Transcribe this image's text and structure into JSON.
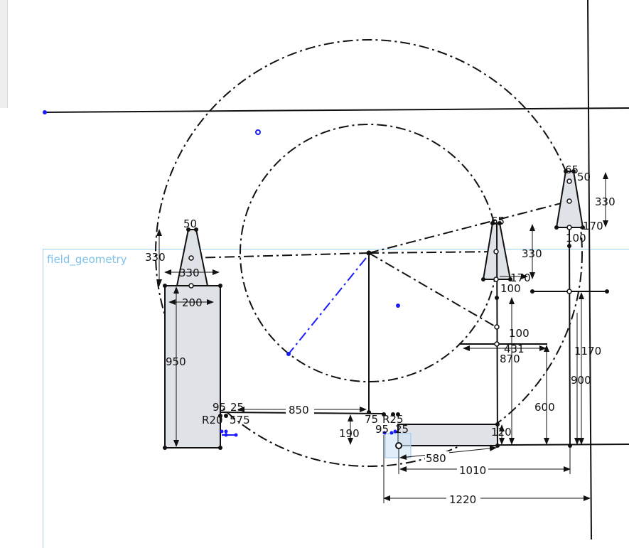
{
  "sketch": {
    "layer_label": "field_geometry",
    "colors": {
      "line": "#111111",
      "selected": "#1a1aff",
      "fill": "#dfe3e8",
      "layer_box": "#9cd0f0"
    }
  },
  "dimensions": {
    "left_top_width": "50",
    "left_height": "330",
    "left_mid_width": "330",
    "left_base_width": "200",
    "left_column_height": "950",
    "small_a": "95",
    "small_b": "25",
    "radius_left": "R20",
    "small_c": "575",
    "span_850": "850",
    "gap_190": "190",
    "mid_a": "75",
    "mid_radius": "R25",
    "mid_b": "95",
    "mid_c": "25",
    "len_580": "580",
    "len_1010": "1010",
    "len_1220": "1220",
    "right_h_120": "120",
    "mid_top": "65",
    "mid_height": "330",
    "mid_width_170": "170",
    "mid_width_100": "100",
    "mid_dist_100": "100",
    "mid_431": "431",
    "mid_870": "870",
    "mid_600": "600",
    "right_top": "65",
    "right_top_50": "50",
    "right_height": "330",
    "right_170": "170",
    "right_100": "100",
    "right_1170": "1170",
    "right_900": "900"
  }
}
